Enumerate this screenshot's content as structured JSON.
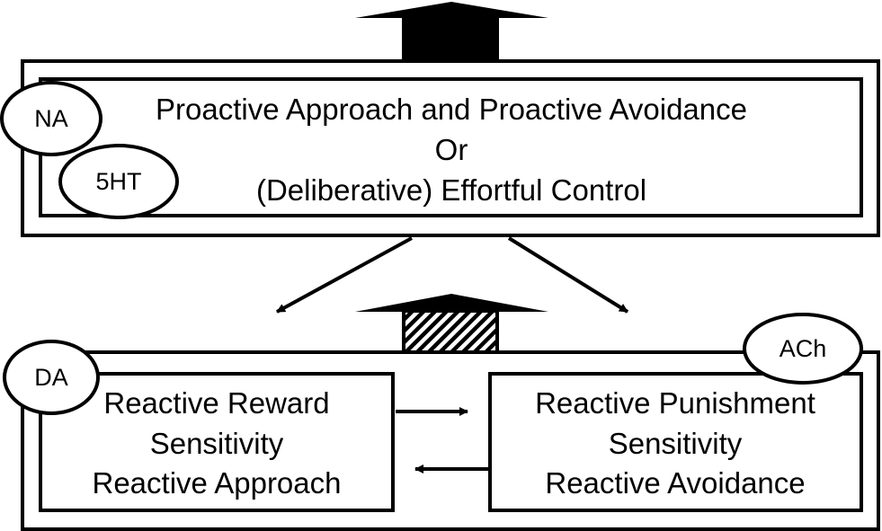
{
  "top_box": {
    "line1": "Proactive Approach and Proactive Avoidance",
    "line2": "Or",
    "line3": "(Deliberative) Effortful Control"
  },
  "bottom_left_box": {
    "line1": "Reactive Reward",
    "line2": "Sensitivity",
    "line3": "Reactive Approach"
  },
  "bottom_right_box": {
    "line1": "Reactive Punishment",
    "line2": "Sensitivity",
    "line3": "Reactive Avoidance"
  },
  "badges": {
    "na": "NA",
    "ht5": "5HT",
    "da": "DA",
    "ach": "ACh"
  }
}
